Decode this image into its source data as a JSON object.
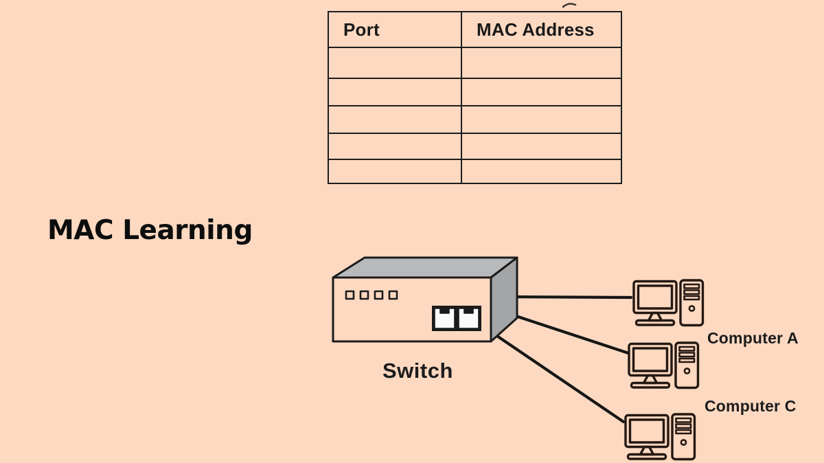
{
  "title": "MAC Learning",
  "table": {
    "headers": [
      "Port",
      "MAC Address"
    ],
    "rows": [
      [
        "",
        ""
      ],
      [
        "",
        ""
      ],
      [
        "",
        ""
      ],
      [
        "",
        ""
      ],
      [
        "",
        ""
      ]
    ]
  },
  "diagram": {
    "switch_label": "Switch",
    "labels": {
      "computer_a": "Computer A",
      "computer_c": "Computer C"
    },
    "icons": {
      "switch": "network-switch-icon",
      "computers": "desktop-pc-icon",
      "ports": "rj45-port-icon",
      "leds": "led-indicator-icon"
    },
    "connections": [
      "switch-to-computer-top",
      "switch-to-computer-middle",
      "switch-port-to-computer-bottom"
    ],
    "colors": {
      "background": "#fdd9c1",
      "stroke": "#1b1b1b",
      "switch_top": "#b7b9bb",
      "switch_side": "#a3a5a7",
      "switch_front": "#fdd9c1",
      "pc_stroke": "#241812",
      "port_fill": "#fbfbfb"
    }
  }
}
